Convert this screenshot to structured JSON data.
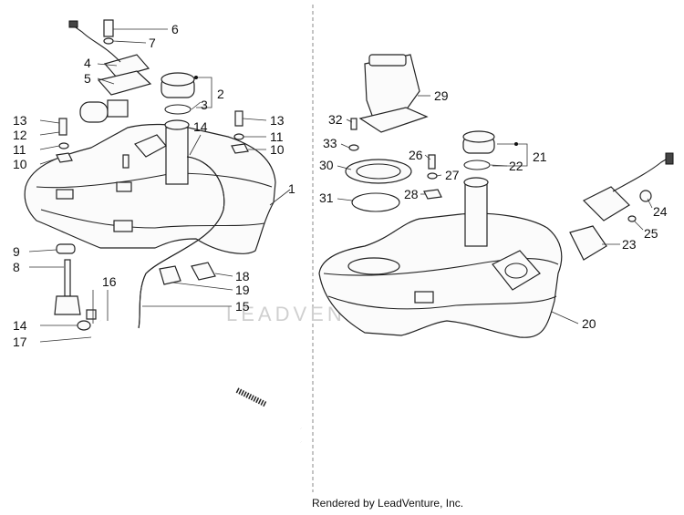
{
  "watermark": "LEADVENTURE",
  "footer": "Rendered by LeadVenture, Inc.",
  "callouts": {
    "c1": "1",
    "c2": "2",
    "c3": "3",
    "c4": "4",
    "c5": "5",
    "c6": "6",
    "c7": "7",
    "c8": "8",
    "c9": "9",
    "c10a": "10",
    "c10b": "10",
    "c11a": "11",
    "c11b": "11",
    "c12": "12",
    "c13a": "13",
    "c13b": "13",
    "c14a": "14",
    "c14b": "14",
    "c15": "15",
    "c16": "16",
    "c17": "17",
    "c18": "18",
    "c19": "19",
    "c20": "20",
    "c21": "21",
    "c22": "22",
    "c23": "23",
    "c24": "24",
    "c25": "25",
    "c26": "26",
    "c27": "27",
    "c28": "28",
    "c29": "29",
    "c30": "30",
    "c31": "31",
    "c32": "32",
    "c33": "33"
  }
}
